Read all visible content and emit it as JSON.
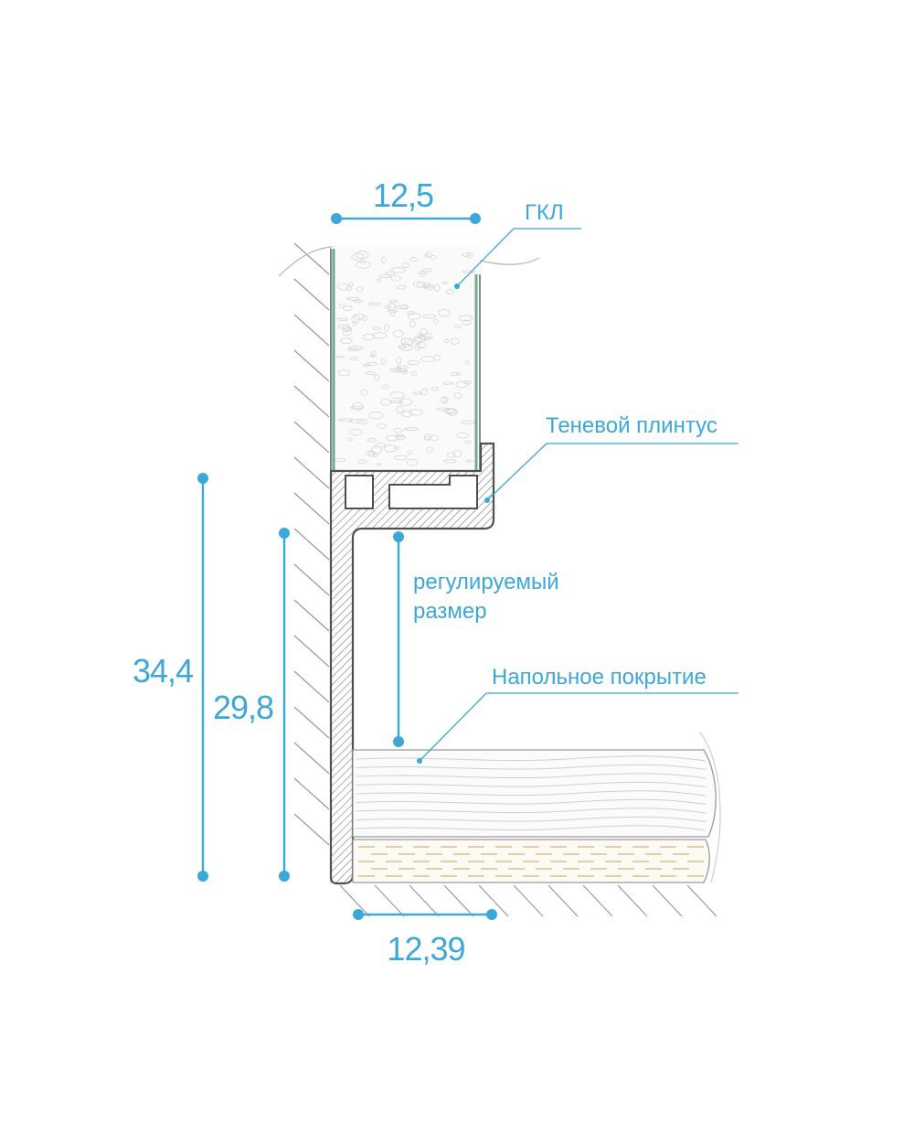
{
  "colors": {
    "accent": "#3ba8d8",
    "outline": "#555555",
    "hatch": "#9a9a9a",
    "board_edge": "#6fae8c",
    "wood_line": "#c9c9c9",
    "underlay": "#e7d6b8",
    "background": "#ffffff"
  },
  "dimensions": {
    "gkl_width": "12,5",
    "total_height": "34,4",
    "profile_height": "29,8",
    "base_width": "12,39"
  },
  "labels": {
    "gkl": "ГКЛ",
    "shadow_plinth": "Теневой плинтус",
    "adjustable_line1": "регулируемый",
    "adjustable_line2": "размер",
    "floor_covering": "Напольное покрытие"
  }
}
